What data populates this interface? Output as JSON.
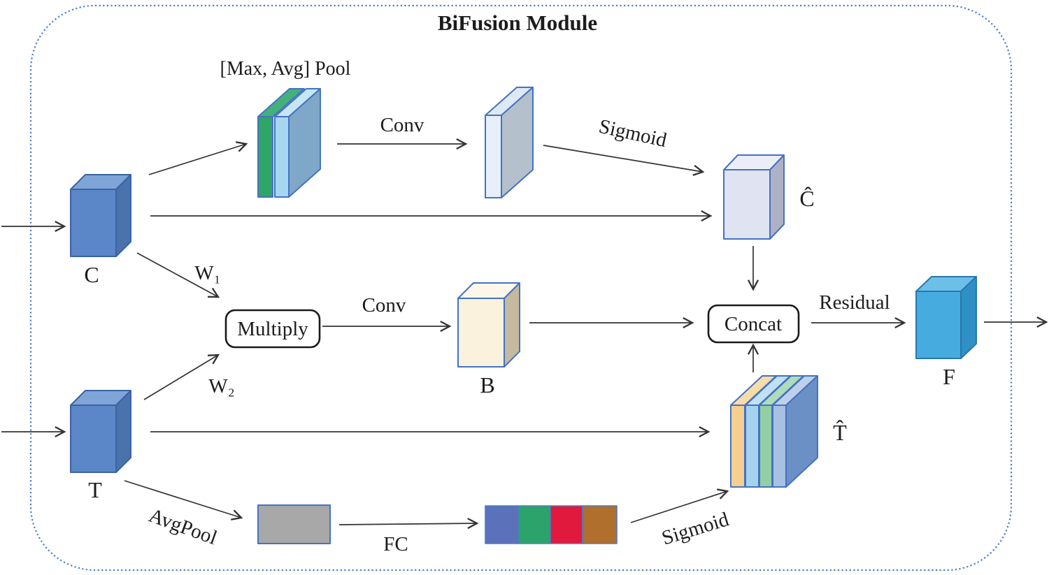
{
  "title": "BiFusion Module",
  "labels": {
    "pool": "[Max, Avg] Pool",
    "conv_top": "Conv",
    "sigmoid_top": "Sigmoid",
    "w1": "W₁",
    "w2": "W₂",
    "conv_mid": "Conv",
    "residual": "Residual",
    "avgpool": "AvgPool",
    "fc": "FC",
    "sigmoid_bottom": "Sigmoid"
  },
  "nodes": {
    "c": {
      "label": "C"
    },
    "t": {
      "label": "T"
    },
    "c_hat": {
      "label": "Ĉ"
    },
    "t_hat": {
      "label": "T̂"
    },
    "b": {
      "label": "B"
    },
    "f": {
      "label": "F"
    },
    "multiply": {
      "label": "Multiply"
    },
    "concat": {
      "label": "Concat"
    }
  },
  "palette": {
    "frame_border": "#4a7dc9",
    "arrow": "#333333",
    "box_blue_front": "#5b87c9",
    "box_blue_top": "#7fa5d8",
    "box_blue_side": "#4a73ae",
    "chat_front": "#e0e3f1",
    "chat_top": "#ebedf8",
    "chat_side": "#aeb1c5",
    "b_front": "#fbf2de",
    "b_top": "#fdf7ea",
    "b_side": "#c5ba9f",
    "f_front": "#46acdf",
    "f_top": "#6cc0e8",
    "f_side": "#2e90c5",
    "pool_green_front": "#2fa568",
    "pool_green_top": "#45b17a",
    "pool_lightblue_front": "#a7d7f0",
    "pool_lightblue_top": "#c6e6f5",
    "pool_side": "#7fa7c7",
    "convslab_front": "#e7f0f9",
    "convslab_top": "#dde9f4",
    "convslab_side": "#b4c0cb",
    "that_orange_front": "#f6cf90",
    "that_orange_top": "#f8dca8",
    "that_lblue_front": "#a5d2ed",
    "that_lblue_top": "#c0e1f3",
    "that_green_front": "#93cfa5",
    "that_green_top": "#aedcba",
    "that_bluegray_front": "#a8c0e2",
    "that_bluegray_top": "#bed1ea",
    "that_side": "#6b90c5",
    "gray_rect": "#a8a8a8",
    "bar_segments": [
      "#5b72ba",
      "#2da36c",
      "#e1193c",
      "#b06f2c"
    ]
  }
}
